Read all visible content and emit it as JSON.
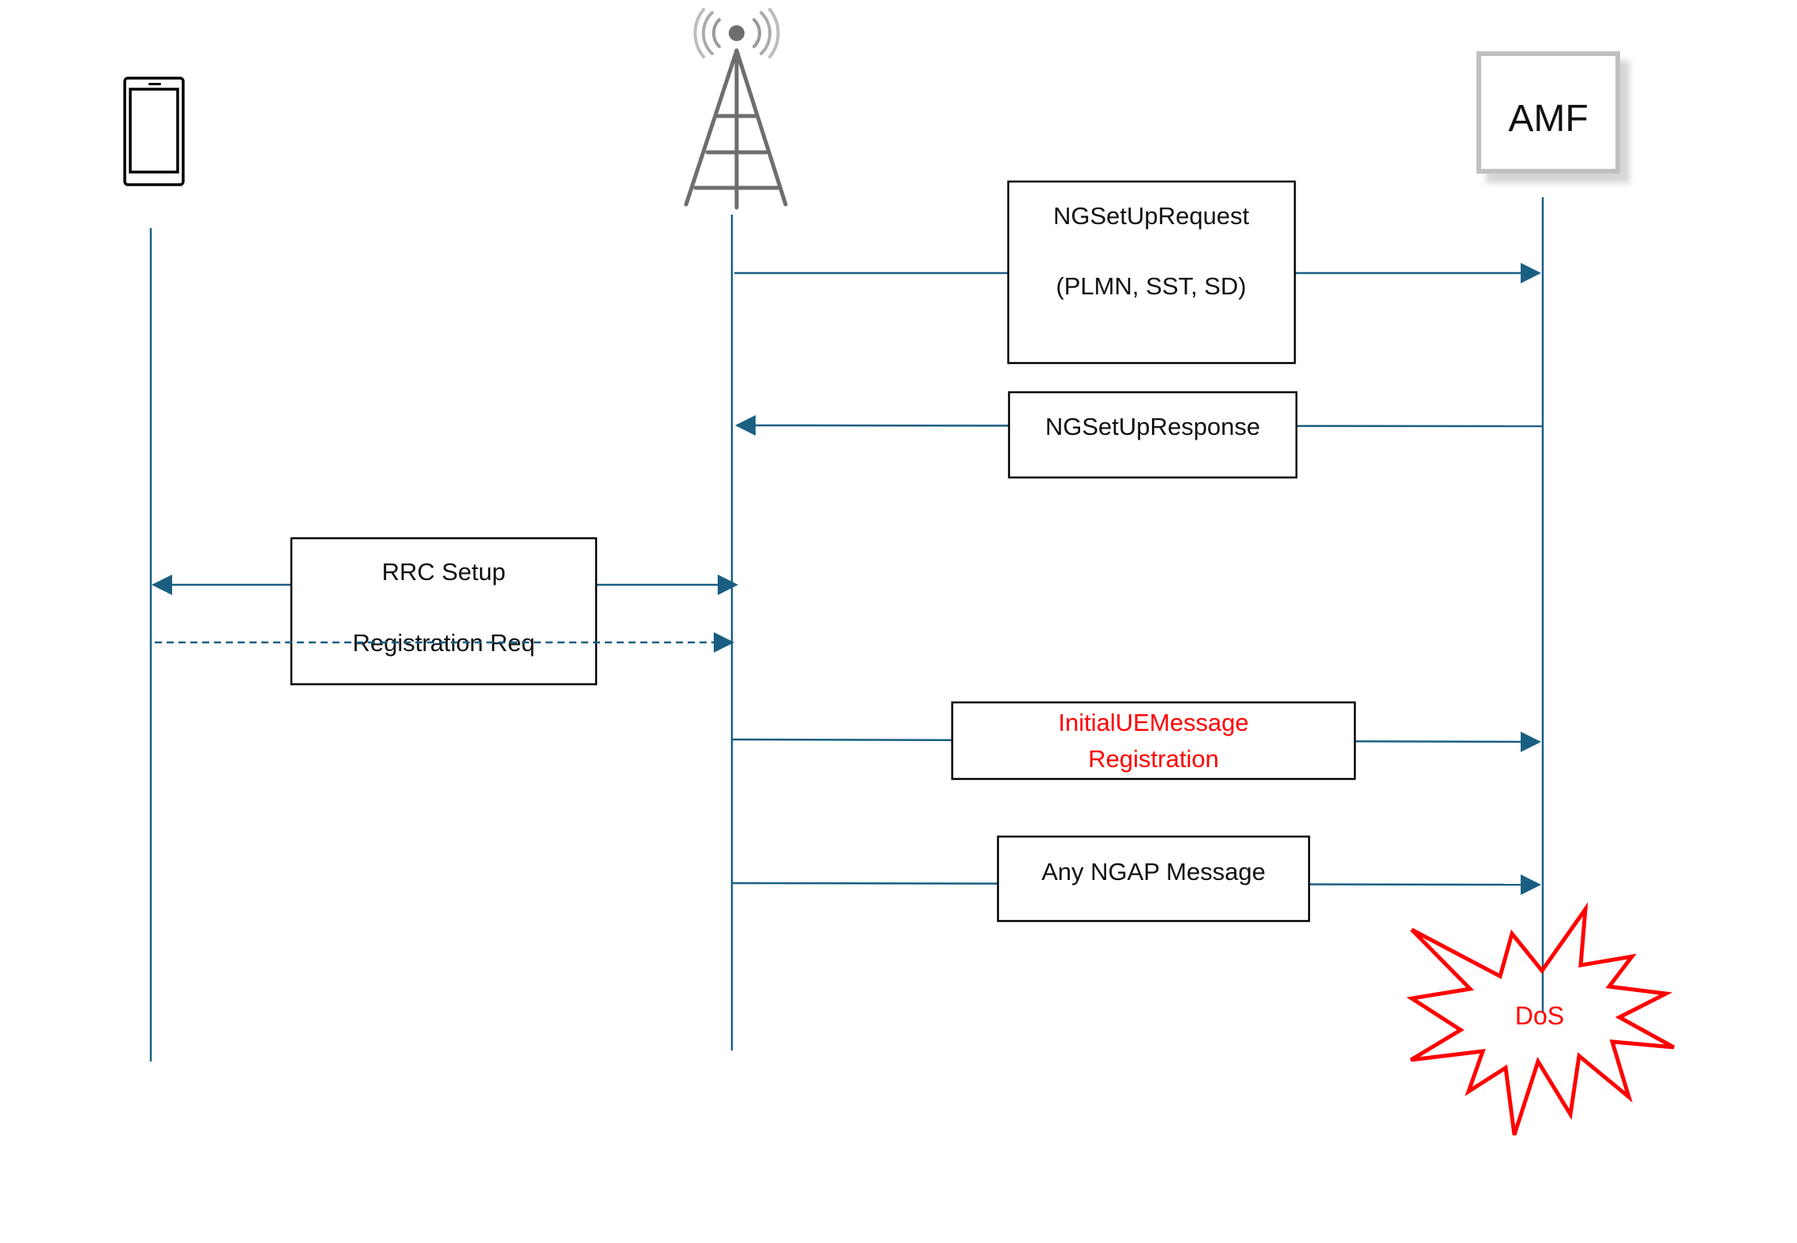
{
  "diagram": {
    "type": "sequence",
    "participants": [
      {
        "id": "ue",
        "name": "UE",
        "icon": "smartphone-icon"
      },
      {
        "id": "gnb",
        "name": "gNB",
        "icon": "cell-tower-icon"
      },
      {
        "id": "amf",
        "name": "AMF",
        "label": "AMF"
      }
    ],
    "messages": [
      {
        "from": "gnb",
        "to": "amf",
        "line1": "NGSetUpRequest",
        "line2": "(PLMN, SST, SD)",
        "style": "solid",
        "color": "#111111"
      },
      {
        "from": "amf",
        "to": "gnb",
        "line1": "NGSetUpResponse",
        "style": "solid",
        "color": "#111111"
      },
      {
        "from": "gnb",
        "to": "ue",
        "line1": "RRC Setup",
        "style": "solid",
        "bidirectional": true
      },
      {
        "from": "ue",
        "to": "gnb",
        "line1": "Registration Req",
        "style": "dashed"
      },
      {
        "from": "gnb",
        "to": "amf",
        "line1": "InitialUEMessage",
        "line2": "Registration",
        "style": "solid",
        "color": "#ff0000"
      },
      {
        "from": "gnb",
        "to": "amf",
        "line1": "Any NGAP Message",
        "style": "solid",
        "color": "#111111"
      }
    ],
    "outcome": {
      "label": "DoS",
      "shape": "explosion-burst",
      "color": "#ff0000"
    },
    "colors": {
      "lifeline": "#1a5f82",
      "alert": "#ff0000",
      "box_border": "#000000",
      "amf_border": "#c0c0c0"
    }
  }
}
